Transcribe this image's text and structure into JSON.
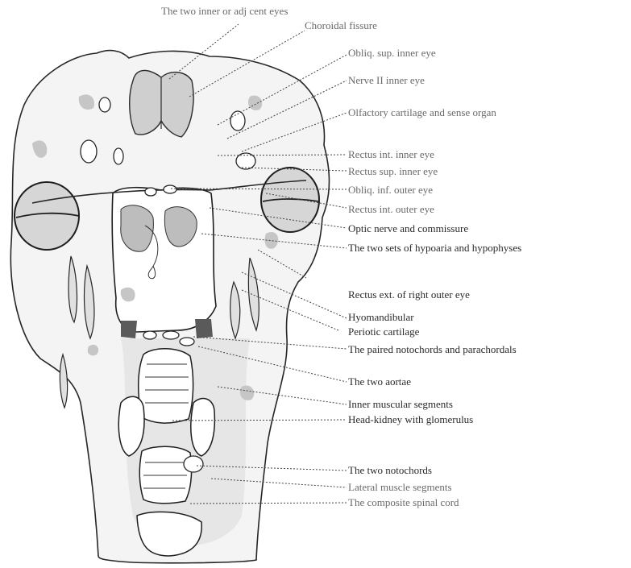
{
  "figure": {
    "labels": {
      "two_inner_eyes": "The two inner or adj   cent eyes",
      "choroidal_fissure": "Choroidal fissure",
      "obliq_sup": "Obliq.  sup.  inner eye",
      "nerve_ii": "Nerve II   inner eye",
      "olfactory_cartilage": "Olfactory cartilage and sense organ",
      "rectus_int_inner": "Rectus int. inner eye",
      "rectus_sup_inner": "Rectus sup. inner eye",
      "obliq_inf_outer": "Obliq. inf. outer eye",
      "rectus_int_outer": "Rectus int. outer eye",
      "optic_nerve": "Optic nerve and commissure",
      "hypoaria": "The two sets of hypoaria and hypophyses",
      "rectus_ext": "Rectus ext. of right outer eye",
      "hyomandibular": "Hyomandibular",
      "periotic": "Periotic cartilage",
      "notochords_parachordals": "The paired notochords and parachordals",
      "aortae": "The two aortae",
      "inner_muscular": "Inner muscular segments",
      "head_kidney": "Head-kidney with glomerulus",
      "two_notochords": "The two notochords",
      "lateral_muscle": "Lateral muscle segments",
      "spinal_cord": "The composite spinal cord"
    }
  }
}
